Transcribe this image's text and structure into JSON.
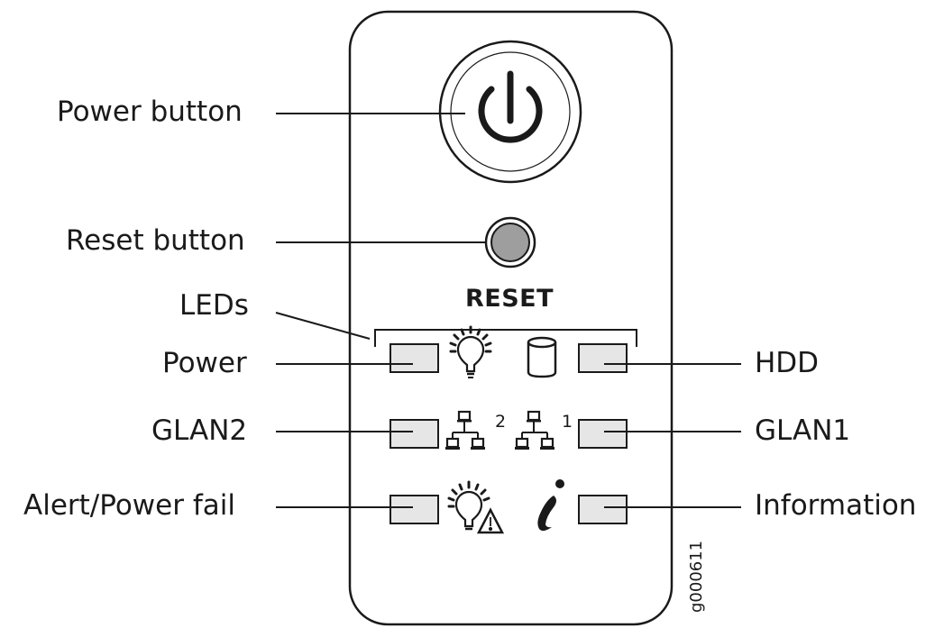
{
  "labels": {
    "power_button": "Power button",
    "reset_button": "Reset button",
    "leds": "LEDs",
    "power": "Power",
    "glan2": "GLAN2",
    "alert_power_fail": "Alert/Power fail",
    "hdd": "HDD",
    "glan1": "GLAN1",
    "information": "Information"
  },
  "panel": {
    "reset_text": "RESET",
    "glan2_number": "2",
    "glan1_number": "1"
  },
  "figure_id": "g000611",
  "colors": {
    "line": "#1a1a1a",
    "led_fill": "#e6e6e6",
    "reset_fill": "#9e9e9e"
  }
}
